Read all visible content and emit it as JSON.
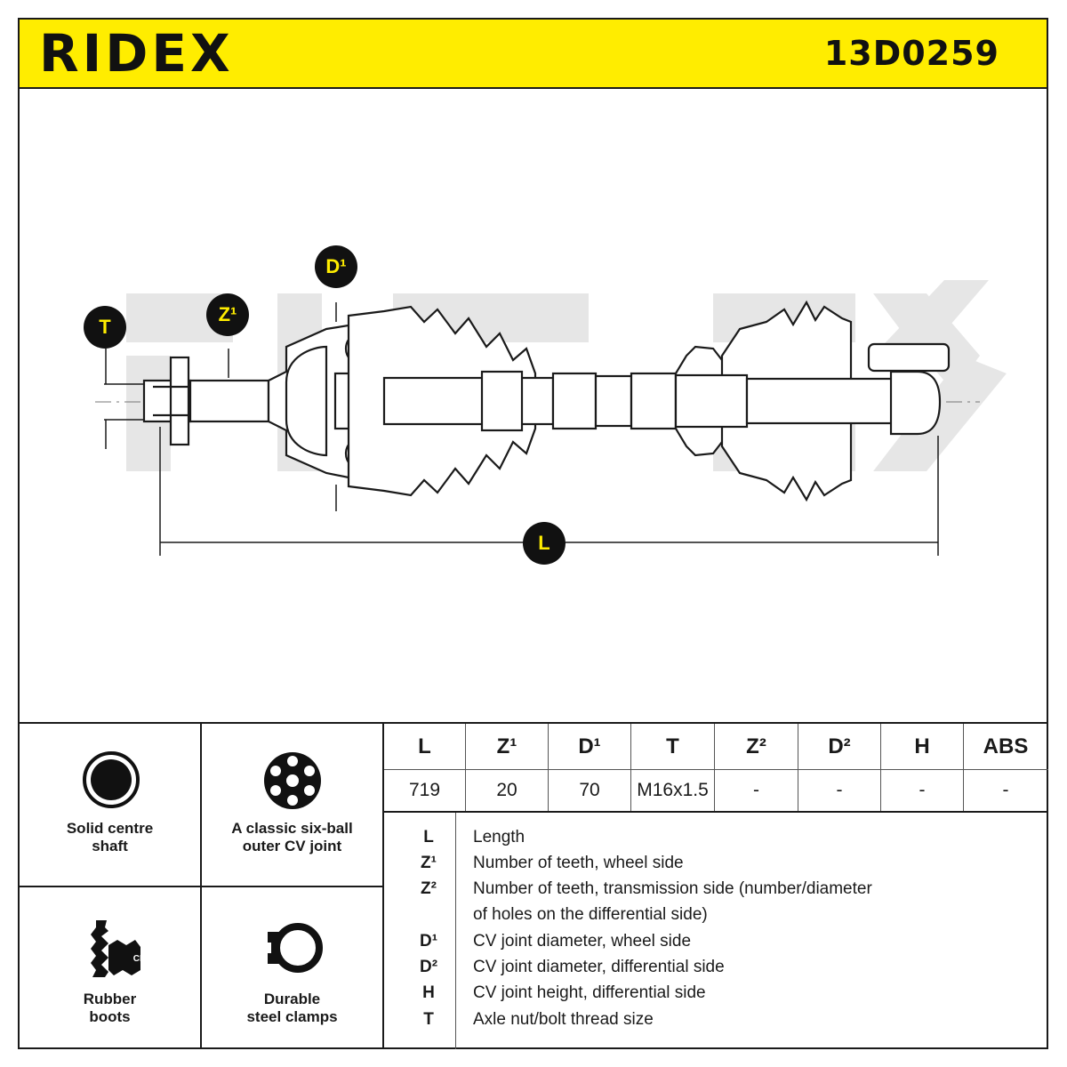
{
  "header": {
    "brand": "RIDEX",
    "part_number": "13D0259",
    "brand_color": "#ffed00"
  },
  "diagram": {
    "callouts": {
      "t": "T",
      "z1": "Z¹",
      "d1": "D¹",
      "l": "L"
    }
  },
  "features": [
    {
      "icon": "solid-shaft-icon",
      "label": "Solid centre\nshaft"
    },
    {
      "icon": "six-ball-joint-icon",
      "label": "A classic six-ball\nouter CV joint"
    },
    {
      "icon": "rubber-boot-icon",
      "label": "Rubber\nboots",
      "badge": "CR"
    },
    {
      "icon": "clamp-icon",
      "label": "Durable\nsteel clamps"
    }
  ],
  "specs": {
    "headers": [
      "L",
      "Z¹",
      "D¹",
      "T",
      "Z²",
      "D²",
      "H",
      "ABS"
    ],
    "values": [
      "719",
      "20",
      "70",
      "M16x1.5",
      "-",
      "-",
      "-",
      "-"
    ]
  },
  "legend": [
    {
      "symbol": "L",
      "text": "Length"
    },
    {
      "symbol": "Z¹",
      "text": "Number of teeth, wheel side"
    },
    {
      "symbol": "Z²",
      "text": "Number of teeth, transmission side (number/diameter"
    },
    {
      "symbol": "",
      "text": "of holes on the differential side)"
    },
    {
      "symbol": "D¹",
      "text": "CV joint diameter, wheel side"
    },
    {
      "symbol": "D²",
      "text": "CV joint diameter, differential side"
    },
    {
      "symbol": "H",
      "text": "CV joint height, differential side"
    },
    {
      "symbol": "T",
      "text": "Axle nut/bolt thread size"
    }
  ]
}
